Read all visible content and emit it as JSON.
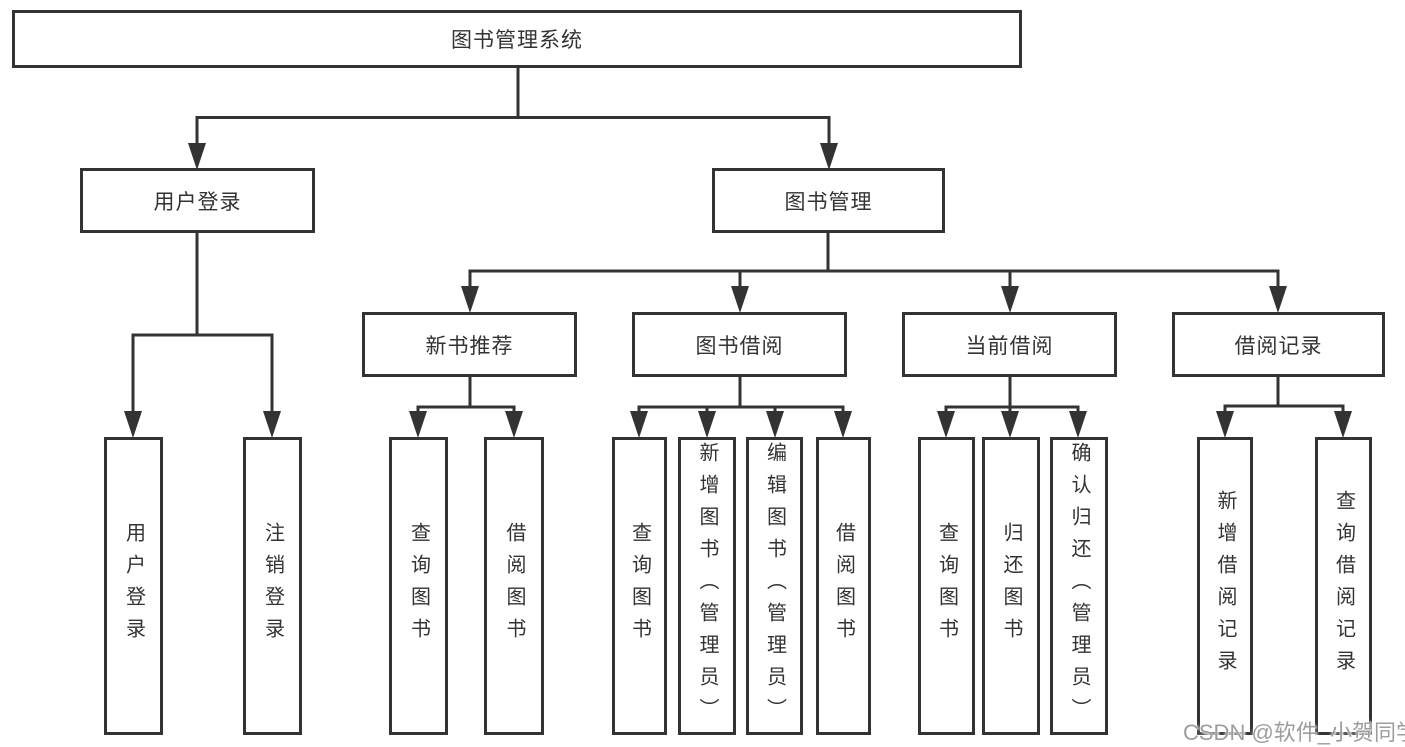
{
  "diagram": {
    "root": {
      "label": "图书管理系统"
    },
    "level2": {
      "user_login": {
        "label": "用户登录"
      },
      "book_mgmt": {
        "label": "图书管理"
      }
    },
    "level3": {
      "new_books": {
        "label": "新书推荐"
      },
      "book_borrow": {
        "label": "图书借阅"
      },
      "current_borrow": {
        "label": "当前借阅"
      },
      "borrow_records": {
        "label": "借阅记录"
      }
    },
    "leaves": {
      "user_login_leaf": {
        "label": "用户登录"
      },
      "logout": {
        "label": "注销登录"
      },
      "newbook_query": {
        "label": "查询图书"
      },
      "newbook_borrow": {
        "label": "借阅图书"
      },
      "borrow_query": {
        "label": "查询图书"
      },
      "borrow_add": {
        "label": "新增图书（管理员）"
      },
      "borrow_edit": {
        "label": "编辑图书（管理员）"
      },
      "borrow_borrow": {
        "label": "借阅图书"
      },
      "current_query": {
        "label": "查询图书"
      },
      "current_return": {
        "label": "归还图书"
      },
      "current_confirm": {
        "label": "确认归还（管理员）"
      },
      "record_add": {
        "label": "新增借阅记录"
      },
      "record_query": {
        "label": "查询借阅记录"
      }
    }
  },
  "watermark": {
    "text": "CSDN @软件_小贺同学"
  },
  "colors": {
    "line": "#333333",
    "text": "#333333",
    "box_background": "#ffffff",
    "page_background": "#ffffff",
    "watermark": "#9d9d9d"
  }
}
